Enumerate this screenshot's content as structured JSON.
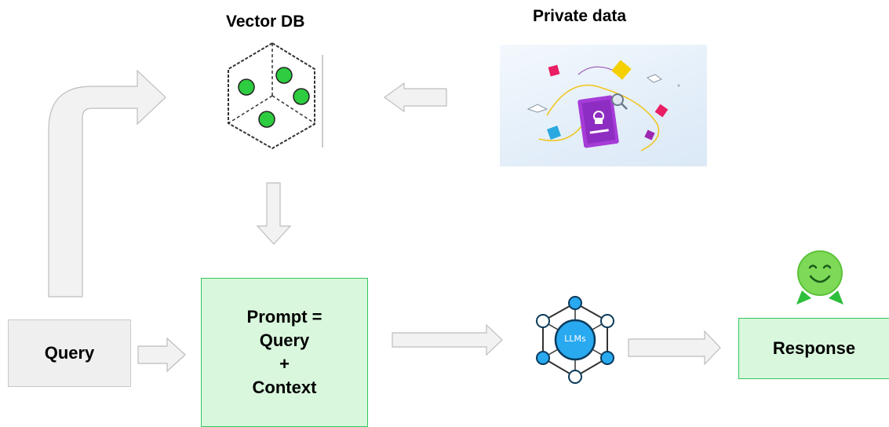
{
  "titles": {
    "vector_db": "Vector DB",
    "private_data": "Private data"
  },
  "boxes": {
    "query": "Query",
    "prompt_lines": [
      "Prompt =",
      "Query",
      "+",
      "Context"
    ],
    "response": "Response"
  },
  "llm_label": "LLMs",
  "colors": {
    "box_green_fill": "#d9f7dd",
    "box_green_border": "#34c759",
    "arrow_fill": "#f2f2f2",
    "arrow_stroke": "#bdbdbd",
    "node_blue": "#29a9f0",
    "vector_dot_green": "#2ecc40",
    "smiley_green": "#7ed957"
  }
}
